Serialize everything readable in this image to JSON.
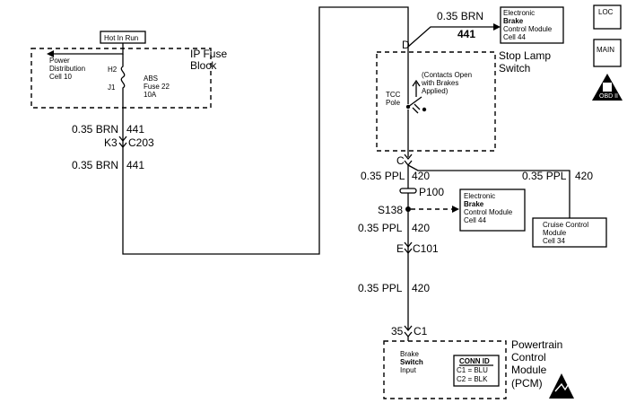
{
  "fuse_block": {
    "hot_in_run": "Hot In Run",
    "title_line1": "IP Fuse",
    "title_line2": "Block",
    "power_line1": "Power",
    "power_line2": "Distribution",
    "power_line3": "Cell 10",
    "fuse_line1": "ABS",
    "fuse_line2": "Fuse 22",
    "fuse_line3": "10A",
    "pin_h2": "H2",
    "pin_j1": "J1"
  },
  "left_wire": {
    "upper_size_color": "0.35 BRN",
    "upper_circuit": "441",
    "pin": "K3",
    "connector": "C203",
    "lower_size_color": "0.35 BRN",
    "lower_circuit": "441"
  },
  "top_right": {
    "size_color": "0.35 BRN",
    "circuit": "441",
    "pin_d": "D",
    "ebcm_line1": "Electronic",
    "ebcm_line2": "Brake",
    "ebcm_line3": "Control Module",
    "ebcm_line4": "Cell 44"
  },
  "stop_lamp_switch": {
    "title_line1": "Stop Lamp",
    "title_line2": "Switch",
    "note_line1": "(Contacts Open",
    "note_line2": "with Brakes",
    "note_line3": "Applied)",
    "tcc_line1": "TCC",
    "tcc_line2": "Pole",
    "pin_c": "C"
  },
  "mid_wires": {
    "size_color_1": "0.35 PPL",
    "circuit_1": "420",
    "cruise_size_color": "0.35 PPL",
    "cruise_circuit": "420",
    "p100": "P100",
    "s138": "S138",
    "size_color_2": "0.35 PPL",
    "circuit_2": "420",
    "pin_e": "E",
    "c101": "C101",
    "size_color_3": "0.35 PPL",
    "circuit_3": "420",
    "pin_35": "35",
    "c1": "C1"
  },
  "ebcm2": {
    "line1": "Electronic",
    "line2": "Brake",
    "line3": "Control Module",
    "line4": "Cell 44"
  },
  "cruise": {
    "line1": "Cruise Control",
    "line2": "Module",
    "line3": "Cell 34"
  },
  "pcm": {
    "title_line1": "Powertrain",
    "title_line2": "Control",
    "title_line3": "Module",
    "title_line4": "(PCM)",
    "input_line1": "Brake",
    "input_line2": "Switch",
    "input_line3": "Input",
    "conn_id": "CONN ID",
    "c1_row": "C1 = BLU",
    "c2_row": "C2 = BLK"
  },
  "legend": {
    "loc": "LOC",
    "main": "MAIN",
    "obd": "OBD II"
  }
}
